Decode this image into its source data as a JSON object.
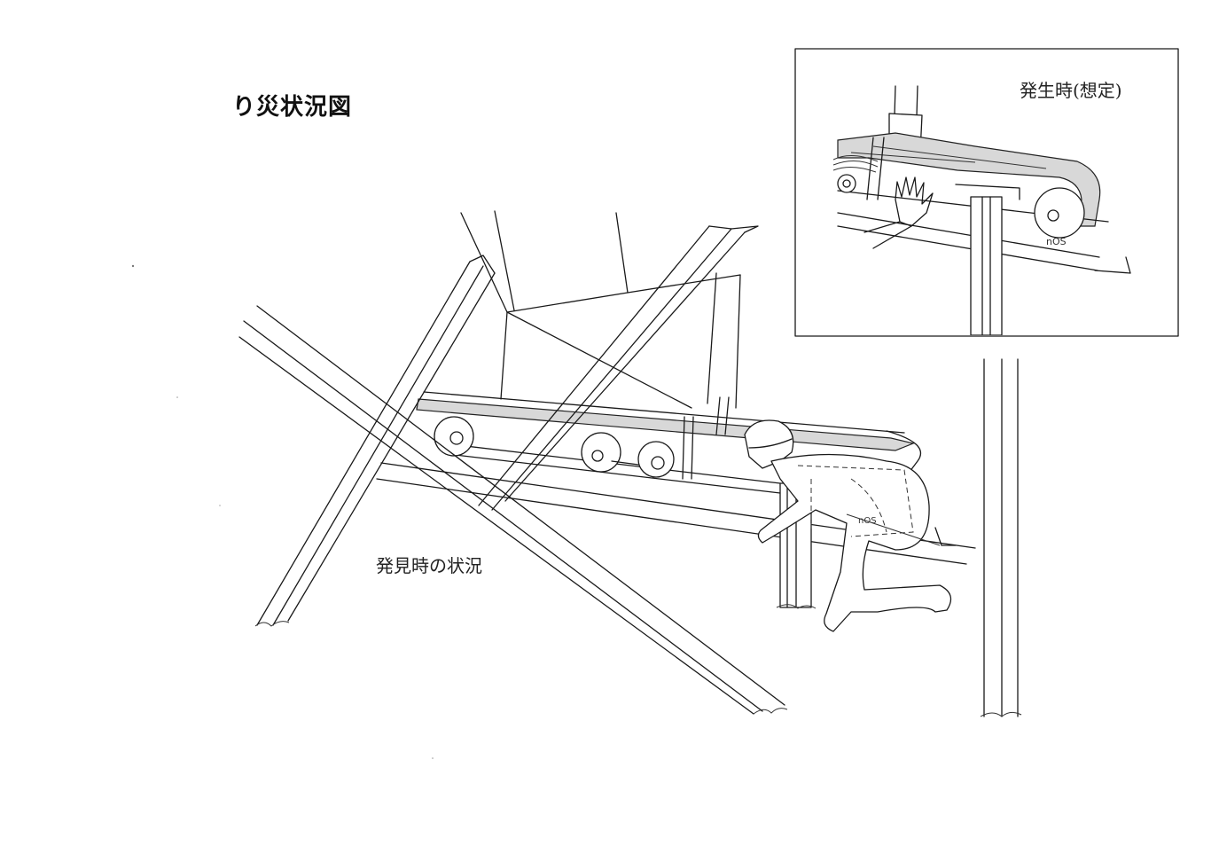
{
  "diagram": {
    "title": "り災状況図",
    "caption_main": "発見時の状況",
    "caption_inset": "発生時(想定)"
  }
}
